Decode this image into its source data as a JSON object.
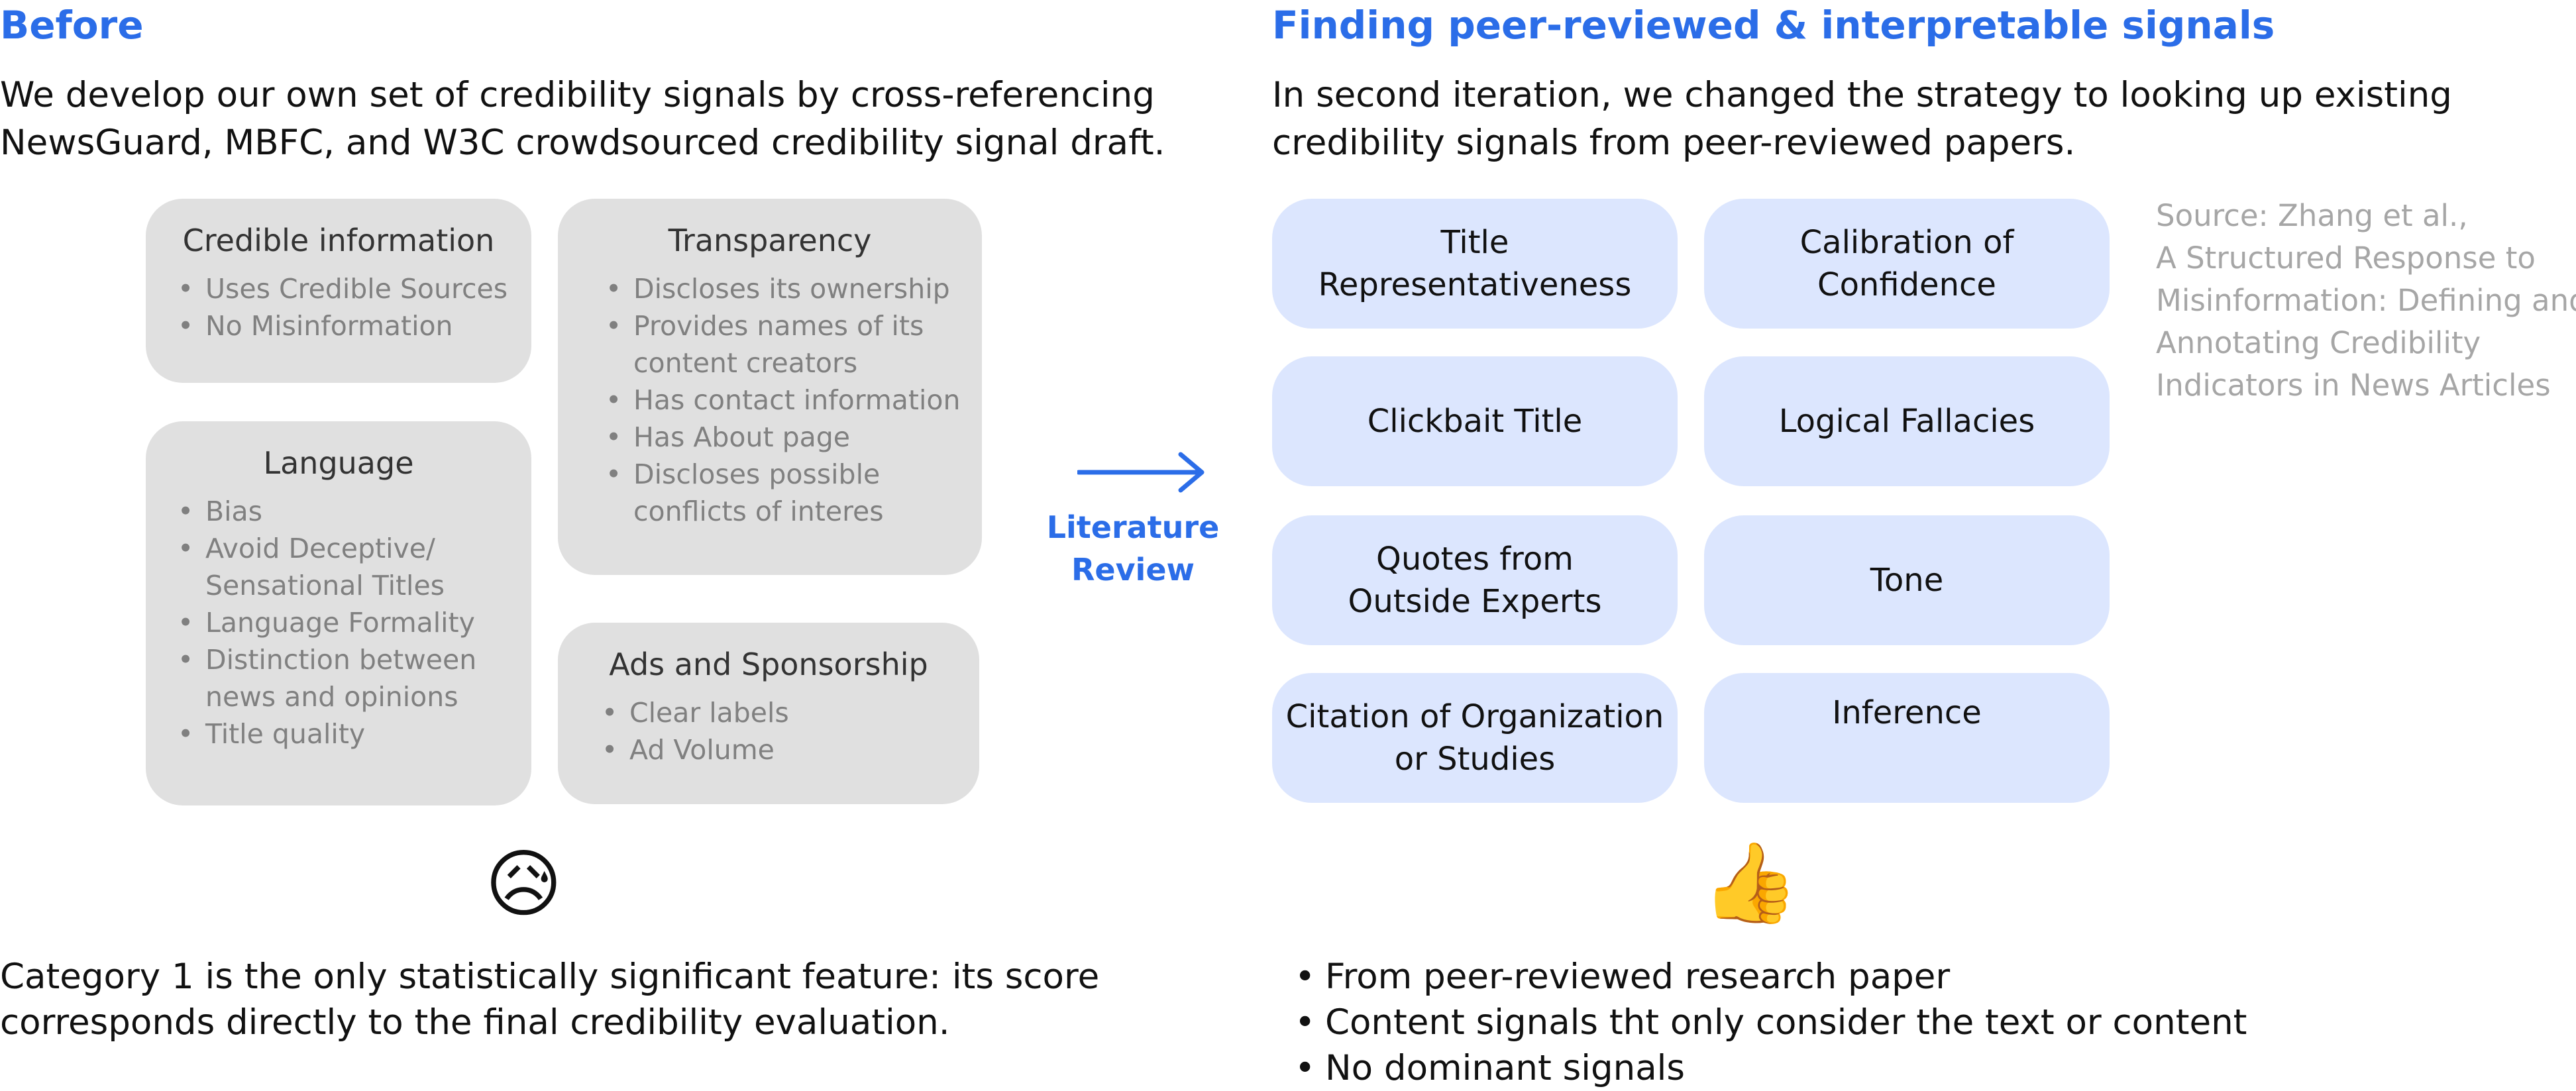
{
  "left": {
    "heading": "Before",
    "intro": [
      "We develop our own set of credibility signals by cross-referencing",
      "NewsGuard, MBFC, and W3C crowdsourced credibility signal draft."
    ],
    "boxes": {
      "credible": {
        "title": "Credible information",
        "items": [
          "Uses Credible Sources",
          "No Misinformation"
        ]
      },
      "language": {
        "title": "Language",
        "items": [
          "Bias",
          "Avoid Deceptive/",
          "Sensational Titles",
          "Language Formality",
          "Distinction between",
          "news and opinions",
          "Title quality"
        ]
      },
      "transparency": {
        "title": "Transparency",
        "items": [
          "Discloses its ownership",
          "Provides names of its",
          "content creators",
          "Has contact information",
          "Has About page",
          "Discloses possible",
          "conflicts of interes"
        ]
      },
      "ads": {
        "title": "Ads and Sponsorship",
        "items": [
          "Clear labels",
          "Ad Volume"
        ]
      }
    },
    "emoji": "😥",
    "summary": [
      "Category 1 is the only statistically significant feature: its score",
      "corresponds directly to the final credibility evaluation."
    ]
  },
  "arrow": {
    "label": [
      "Literature",
      "Review"
    ],
    "color": "#2b6de8"
  },
  "right": {
    "heading": "Finding peer-reviewed & interpretable signals",
    "intro": [
      "In second iteration, we changed the strategy to looking up existing",
      "credibility signals from peer-reviewed papers."
    ],
    "signals": [
      [
        "Title",
        "Representativeness"
      ],
      [
        "Calibration of",
        "Confidence"
      ],
      [
        "Clickbait Title"
      ],
      [
        "Logical Fallacies"
      ],
      [
        "Quotes from",
        "Outside Experts"
      ],
      [
        "Tone"
      ],
      [
        "Citation of Organization",
        "or Studies"
      ],
      [
        "Inference"
      ]
    ],
    "source": [
      "Source: Zhang et al.,",
      "A Structured Response to",
      "Misinformation: Defining and",
      "Annotating Credibility",
      "Indicators in News Articles"
    ],
    "emoji": "👍",
    "bullets": [
      "From peer-reviewed research paper",
      "Content signals tht only consider the text or content",
      "No dominant signals"
    ]
  },
  "colors": {
    "accent": "#2b6de8",
    "grey_box": "#e0e0e0",
    "blue_box": "#dce6fe",
    "muted_text": "#808080",
    "source_text": "#a6a6a6"
  }
}
